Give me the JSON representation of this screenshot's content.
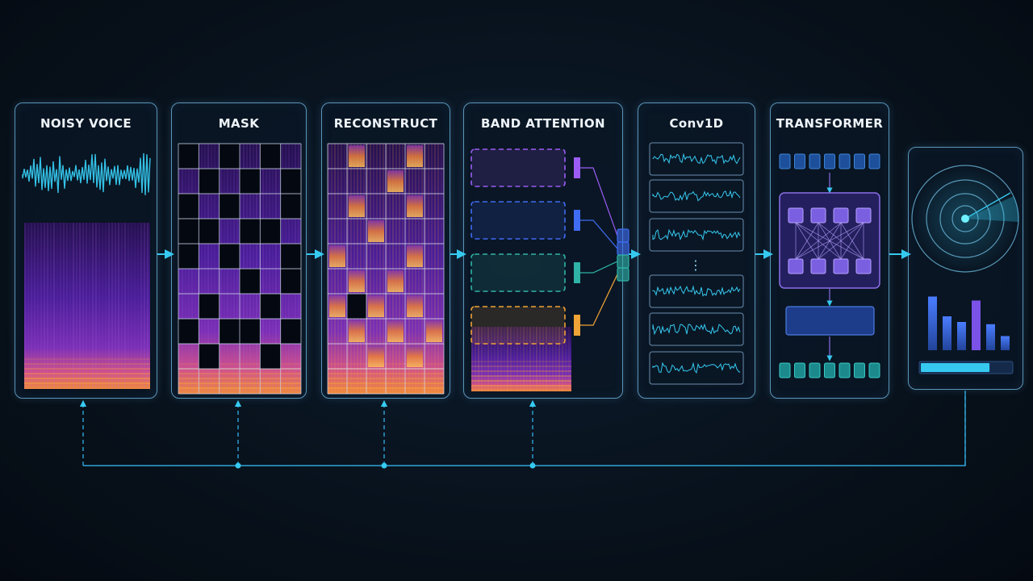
{
  "stages": [
    {
      "id": "noisy-voice",
      "title": "NOISY VOICE"
    },
    {
      "id": "mask",
      "title": "MASK"
    },
    {
      "id": "reconstruct",
      "title": "RECONSTRUCT"
    },
    {
      "id": "band-attention",
      "title": "BAND ATTENTION"
    },
    {
      "id": "conv1d",
      "title": "Conv1D"
    },
    {
      "id": "transformer",
      "title": "TRANSFORMER"
    },
    {
      "id": "output",
      "title": ""
    }
  ],
  "conv1d": {
    "ellipsis": "⋮"
  },
  "output": {
    "bar_levels": [
      0.95,
      0.6,
      0.5,
      0.88,
      0.46,
      0.25
    ],
    "progress": 0.76
  },
  "colors": {
    "accent": "#36c9f0",
    "panel_border": "#5a95b8",
    "band_purple": "#9b5cf5",
    "band_blue": "#3f6cf2",
    "band_teal": "#2fb3a6",
    "band_orange": "#f0a336",
    "spectrogram_hot": "#f7a23b",
    "spectrogram_cool": "#3a1a8a"
  }
}
